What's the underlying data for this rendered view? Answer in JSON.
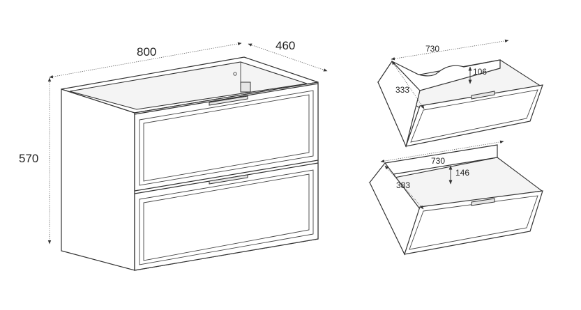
{
  "cabinet": {
    "width_label": "800",
    "depth_label": "460",
    "height_label": "570"
  },
  "top_drawer": {
    "length_label": "730",
    "inner_height_label": "333",
    "cutout_depth_label": "106"
  },
  "bottom_drawer": {
    "length_label": "730",
    "inner_height_label": "383",
    "side_height_label": "146"
  },
  "colors": {
    "line": "#333333",
    "background": "#ffffff"
  }
}
